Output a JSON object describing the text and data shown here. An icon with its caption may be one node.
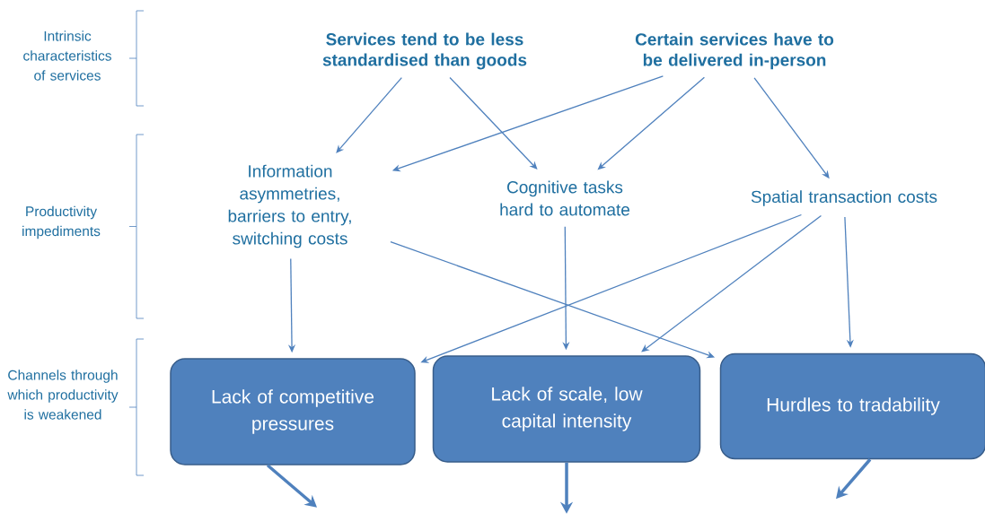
{
  "diagram": {
    "nodes": [
      {
        "text": [
          "Services tend to be less standardised than goods"
        ]
      },
      {
        "text": [
          "Certain services have to be delivered in-person"
        ]
      },
      {
        "text": [
          "Information asymmetries, barriers to entry, switching costs"
        ]
      },
      {
        "text": [
          "Cognitive tasks hard to automate"
        ]
      },
      {
        "text": [
          "Spatial transaction costs"
        ]
      },
      {
        "text": [
          "Lack of competitive pressures"
        ]
      },
      {
        "text": [
          "Lack of scale, low capital intensity"
        ]
      },
      {
        "text": [
          "Hurdles  to tradability"
        ]
      }
    ],
    "edges": [
      {
        "from": 0,
        "to": 2,
        "arrow": "to"
      },
      {
        "from": 0,
        "to": 3,
        "arrow": "to"
      },
      {
        "from": 1,
        "to": 2,
        "arrow": "to"
      },
      {
        "from": 1,
        "to": 3,
        "arrow": "to"
      },
      {
        "from": 1,
        "to": 4,
        "arrow": "to"
      },
      {
        "from": 2,
        "to": 5,
        "arrow": "to"
      },
      {
        "from": 2,
        "to": 7,
        "arrow": "to"
      },
      {
        "from": 3,
        "to": 6,
        "arrow": "to"
      },
      {
        "from": 4,
        "to": 5,
        "arrow": "to"
      },
      {
        "from": 4,
        "to": 6,
        "arrow": "to"
      },
      {
        "from": 4,
        "to": 7,
        "arrow": "to"
      },
      {
        "from": 5,
        "to": null,
        "arrow": "to",
        "style": "thick"
      },
      {
        "from": 6,
        "to": null,
        "arrow": "to",
        "style": "thick"
      },
      {
        "from": 7,
        "to": null,
        "arrow": "to",
        "style": "thick"
      }
    ],
    "labels": [
      "Intrinsic characteristics of services",
      "Productivity impediments",
      "Channels through which productivity is weakened"
    ]
  }
}
